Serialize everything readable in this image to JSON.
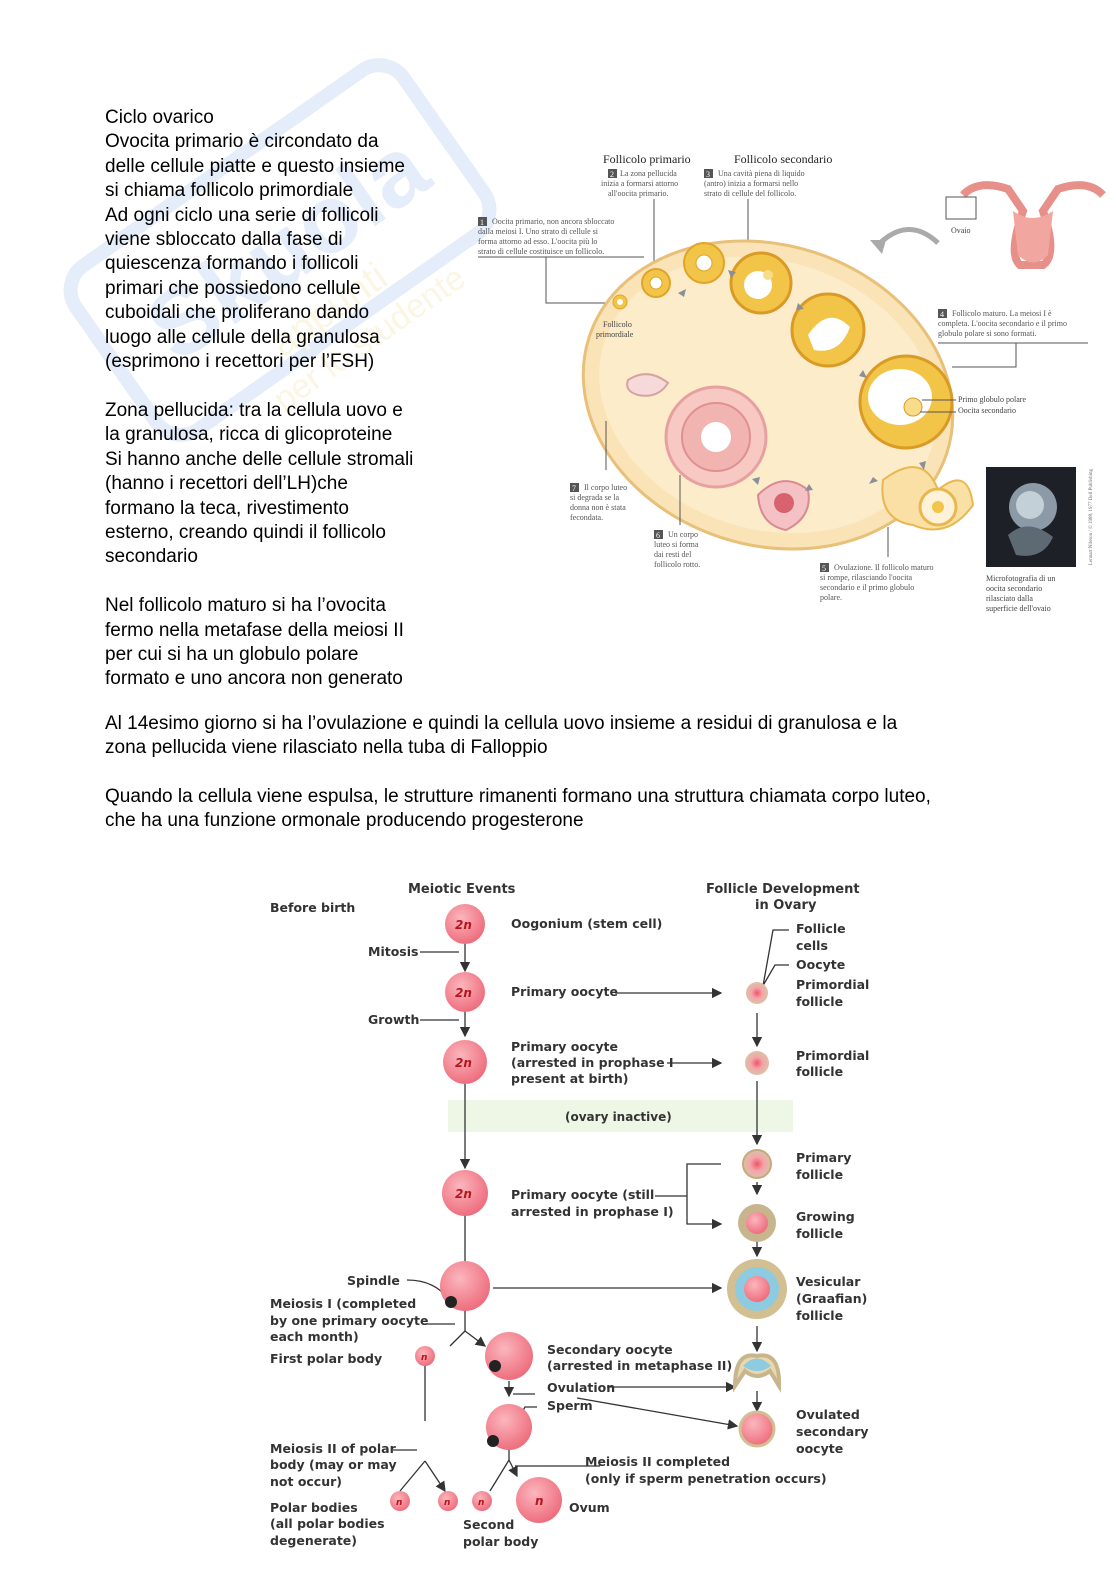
{
  "watermark": {
    "line1": "Skuola",
    "line2": "appunti",
    "line3": "per lo studente"
  },
  "text": {
    "left_column": "Ciclo ovarico\nOvocita primario è circondato da\ndelle cellule piatte e questo insieme\nsi chiama follicolo primordiale\nAd ogni ciclo una serie di follicoli\nviene sbloccato dalla fase di\nquiescenza formando i follicoli\nprimari che possiedono cellule\ncuboidali che proliferano dando\nluogo alle cellule della granulosa\n(esprimono i recettori per l’FSH)\n\nZona pellucida: tra la cellula uovo e\nla granulosa, ricca di glicoproteine\nSi hanno anche delle cellule stromali\n(hanno i recettori dell’LH)che\nformano la teca, rivestimento\nesterno, creando quindi il follicolo\nsecondario\n\nNel follicolo maturo si ha l’ovocita\nfermo nella metafase della meiosi II\nper cui si ha un globulo polare\nformato e uno ancora non generato",
    "para_ovulation": "Al 14esimo giorno si ha l’ovulazione e quindi la cellula uovo insieme a residui di granulosa e la\nzona pellucida viene rilasciato nella tuba di Falloppio",
    "para_corpus": "Quando la cellula viene espulsa, le strutture rimanenti formano una struttura chiamata corpo luteo,\nche ha una funzione ormonale producendo progesterone"
  },
  "figure1": {
    "h_primario": "Follicolo primario",
    "h_secondario": "Follicolo secondario",
    "n2": "2",
    "c2": [
      "La zona pellucida",
      "inizia a formarsi attorno",
      "all'oocita primario."
    ],
    "n3": "3",
    "c3": [
      "Una cavità piena di liquido",
      "(antro) inizia a formarsi nello",
      "strato di cellule del follicolo."
    ],
    "n1": "1",
    "c1": [
      "Oocita primario, non ancora sbloccato",
      "dalla meiosi I. Uno strato di cellule si",
      "forma attorno ad esso. L'oocita più lo",
      "strato di cellule costituisce un follicolo."
    ],
    "primordiale": [
      "Follicolo",
      "primordiale"
    ],
    "ovaio": "Ovaio",
    "n4": "4",
    "c4": [
      "Follicolo maturo. La meiosi I è",
      "completa. L'oocita secondario e il primo",
      "globulo polare si sono formati."
    ],
    "primo_globulo": "Primo globulo polare",
    "oocita_secondario": "Oocita secondario",
    "n7": "7",
    "c7": [
      "Il corpo luteo",
      "si degrada se la",
      "donna non è stata",
      "fecondata."
    ],
    "n6": "6",
    "c6": [
      "Un corpo",
      "luteo si forma",
      "dai resti del",
      "follicolo rotto."
    ],
    "n5": "5",
    "c5": [
      "Ovulazione. Il follicolo maturo",
      "si rompe, rilasciando l'oocita",
      "secondario e il primo globulo",
      "polare."
    ],
    "micro": [
      "Microfotografia di un",
      "oocita secondario",
      "rilasciato dalla",
      "superficie dell'ovaio"
    ],
    "credit": "Lennart Nilsson / © 1988, 1977 Dell Publishing"
  },
  "figure2": {
    "meiotic_events": "Meiotic Events",
    "follicle_dev": [
      "Follicle Development",
      "in Ovary"
    ],
    "before_birth": "Before birth",
    "ploidy_2n": "2n",
    "ploidy_n": "n",
    "oogonium": "Oogonium (stem cell)",
    "mitosis": "Mitosis",
    "growth": "Growth",
    "primary_oocyte": "Primary oocyte",
    "primary_arrested": [
      "Primary oocyte",
      "(arrested in prophase I",
      "present at birth)"
    ],
    "ovary_inactive": "(ovary inactive)",
    "primary_still": [
      "Primary oocyte (still",
      "arrested in prophase I)"
    ],
    "spindle": "Spindle",
    "meiosis1": [
      "Meiosis I (completed",
      "by one primary oocyte",
      "each month)"
    ],
    "first_polar": "First polar body",
    "secondary_oocyte": [
      "Secondary oocyte",
      "(arrested in metaphase II)"
    ],
    "ovulation": "Ovulation",
    "sperm": "Sperm",
    "meiosis2_polar": [
      "Meiosis II of polar",
      "body (may or may",
      "not occur)"
    ],
    "meiosis2_completed": [
      "Meiosis II completed",
      "(only if sperm penetration occurs)"
    ],
    "polar_bodies": [
      "Polar bodies",
      "(all polar bodies",
      "degenerate)"
    ],
    "second_polar": [
      "Second",
      "polar body"
    ],
    "ovum": "Ovum",
    "follicle_cells": [
      "Follicle",
      "cells"
    ],
    "oocyte": "Oocyte",
    "primordial_follicle": [
      "Primordial",
      "follicle"
    ],
    "primary_follicle": [
      "Primary",
      "follicle"
    ],
    "growing_follicle": [
      "Growing",
      "follicle"
    ],
    "vesicular": [
      "Vesicular",
      "(Graafian)",
      "follicle"
    ],
    "ovulated": [
      "Ovulated",
      "secondary",
      "oocyte"
    ]
  }
}
